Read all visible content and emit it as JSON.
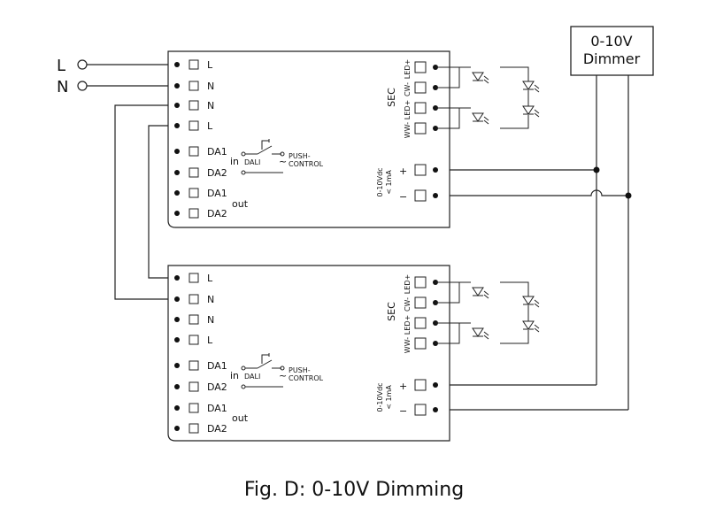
{
  "mains": {
    "l": "L",
    "n": "N"
  },
  "dimmer": {
    "line1": "0-10V",
    "line2": "Dimmer"
  },
  "driver": {
    "left_terminals": [
      "L",
      "N",
      "N",
      "L",
      "DA1",
      "DA2",
      "DA1",
      "DA2"
    ],
    "in_label": "in",
    "out_label": "out",
    "dali_label": "DALI",
    "tilde": "~",
    "push_label_1": "PUSH-",
    "push_label_2": "CONTROL",
    "sec_label": "SEC",
    "led_terminals": [
      "LED+",
      "CW-",
      "LED+",
      "WW-"
    ],
    "dim_label_1": "0-10Vdc",
    "dim_label_2": "< 1mA",
    "plus": "+",
    "minus": "−"
  },
  "caption": "Fig. D: 0-10V Dimming"
}
